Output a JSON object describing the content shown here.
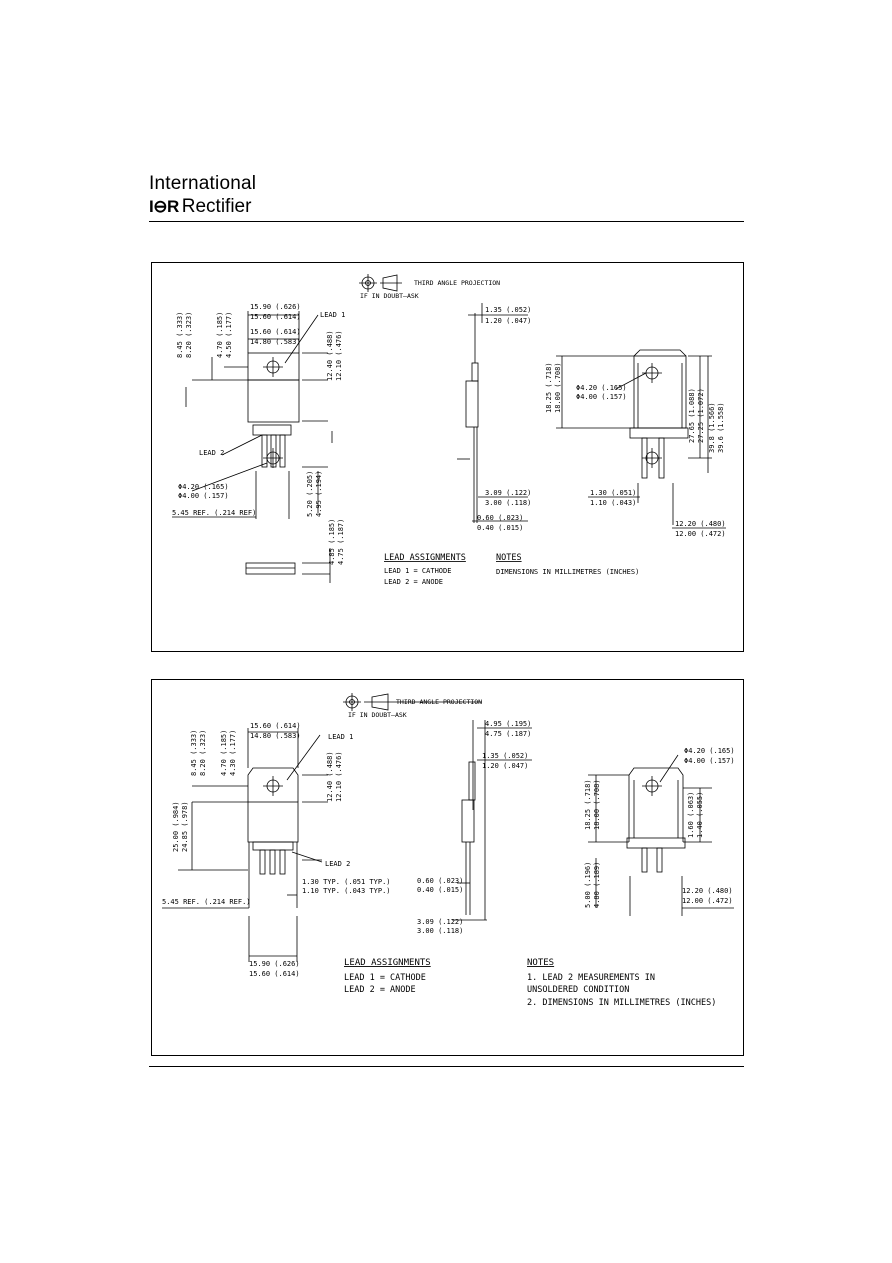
{
  "header": {
    "brand_line1": "International",
    "brand_mark": "I⊖R",
    "brand_line2": "Rectifier"
  },
  "top_drawing": {
    "projection_label": "THIRD ANGLE PROJECTION",
    "doubt_label": "IF IN DOUBT–ASK",
    "dims": {
      "width_max": "15.90 (.626)",
      "width_min": "15.60 (.614)",
      "width2_max": "15.60 (.614)",
      "width2_min": "14.80 (.583)",
      "top_h_max": "8.45 (.333)",
      "top_h_min": "8.20 (.323)",
      "hole_top_max": "4.70 (.185)",
      "hole_top_min": "4.50 (.177)",
      "tab_h_max": "12.40 (.488)",
      "tab_h_min": "12.10 (.476)",
      "hole_dia_max": "Φ4.20 (.165)",
      "hole_dia_min": "Φ4.00 (.157)",
      "ref_545": "5.45 REF. (.214 REF)",
      "lead_h_max": "5.20 (.205)",
      "lead_h_min": "4.95 (.194)",
      "thick_max": "4.85 (.185)",
      "thick_min": "4.75 (.187)",
      "side_top_max": "1.35 (.052)",
      "side_top_min": "1.20 (.047)",
      "side_lead_max": "3.09 (.122)",
      "side_lead_min": "3.00 (.118)",
      "side_bot_max": "0.60 (.023)",
      "side_bot_min": "0.40 (.015)",
      "r_hole_max": "Φ4.20 (.165)",
      "r_hole_min": "Φ4.00 (.157)",
      "r_h1_max": "18.25 (.718)",
      "r_h1_min": "18.00 (.708)",
      "r_h2_max": "27.65 (1.088)",
      "r_h2_min": "27.25 (1.072)",
      "r_h3_max": "39.8 (1.566)",
      "r_h3_min": "39.6 (1.558)",
      "r_lead_max": "1.30 (.051)",
      "r_lead_min": "1.10 (.043)",
      "r_w_max": "12.20 (.480)",
      "r_w_min": "12.00 (.472)"
    },
    "lead1_label": "LEAD 1",
    "lead2_label": "LEAD 2",
    "lead_assign_title": "LEAD ASSIGNMENTS",
    "lead1_assign": "LEAD 1 = CATHODE",
    "lead2_assign": "LEAD 2 = ANODE",
    "notes_title": "NOTES",
    "note1": "DIMENSIONS IN MILLIMETRES (INCHES)"
  },
  "bottom_drawing": {
    "projection_label": "THIRD ANGLE PROJECTION",
    "doubt_label": "IF IN DOUBT–ASK",
    "dims": {
      "width2_max": "15.60 (.614)",
      "width2_min": "14.80 (.583)",
      "top_h_max": "8.45 (.333)",
      "top_h_min": "8.20 (.323)",
      "hole_top_max": "4.70 (.185)",
      "hole_top_min": "4.30 (.177)",
      "tab_h_max": "12.40 (.488)",
      "tab_h_min": "12.10 (.476)",
      "body_h_max": "25.00 (.984)",
      "body_h_min": "24.85 (.978)",
      "lead_typ_max": "1.30 TYP. (.051 TYP.)",
      "lead_typ_min": "1.10 TYP. (.043 TYP.)",
      "ref_545": "5.45 REF. (.214 REF.)",
      "width_max": "15.90 (.626)",
      "width_min": "15.60 (.614)",
      "side_thick_max": "4.95 (.195)",
      "side_thick_min": "4.75 (.187)",
      "side_top_max": "1.35 (.052)",
      "side_top_min": "1.20 (.047)",
      "side_bot_max": "0.60 (.023)",
      "side_bot_min": "0.40 (.015)",
      "side_lead_max": "3.09 (.122)",
      "side_lead_min": "3.00 (.118)",
      "r_hole_max": "Φ4.20 (.165)",
      "r_hole_min": "Φ4.00 (.157)",
      "r_h1_max": "18.25 (.718)",
      "r_h1_min": "18.00 (.708)",
      "r_lead_max": "1.60 (.063)",
      "r_lead_min": "1.40 (.055)",
      "r_foot_max": "5.00 (.196)",
      "r_foot_min": "4.80 (.189)",
      "r_w_max": "12.20 (.480)",
      "r_w_min": "12.00 (.472)"
    },
    "lead1_label": "LEAD 1",
    "lead2_label": "LEAD 2",
    "lead_assign_title": "LEAD ASSIGNMENTS",
    "lead1_assign": "LEAD 1 = CATHODE",
    "lead2_assign": "LEAD 2 = ANODE",
    "notes_title": "NOTES",
    "note1a": "1. LEAD 2 MEASUREMENTS IN",
    "note1b": "UNSOLDERED CONDITION",
    "note2": "2. DIMENSIONS IN MILLIMETRES (INCHES)"
  }
}
